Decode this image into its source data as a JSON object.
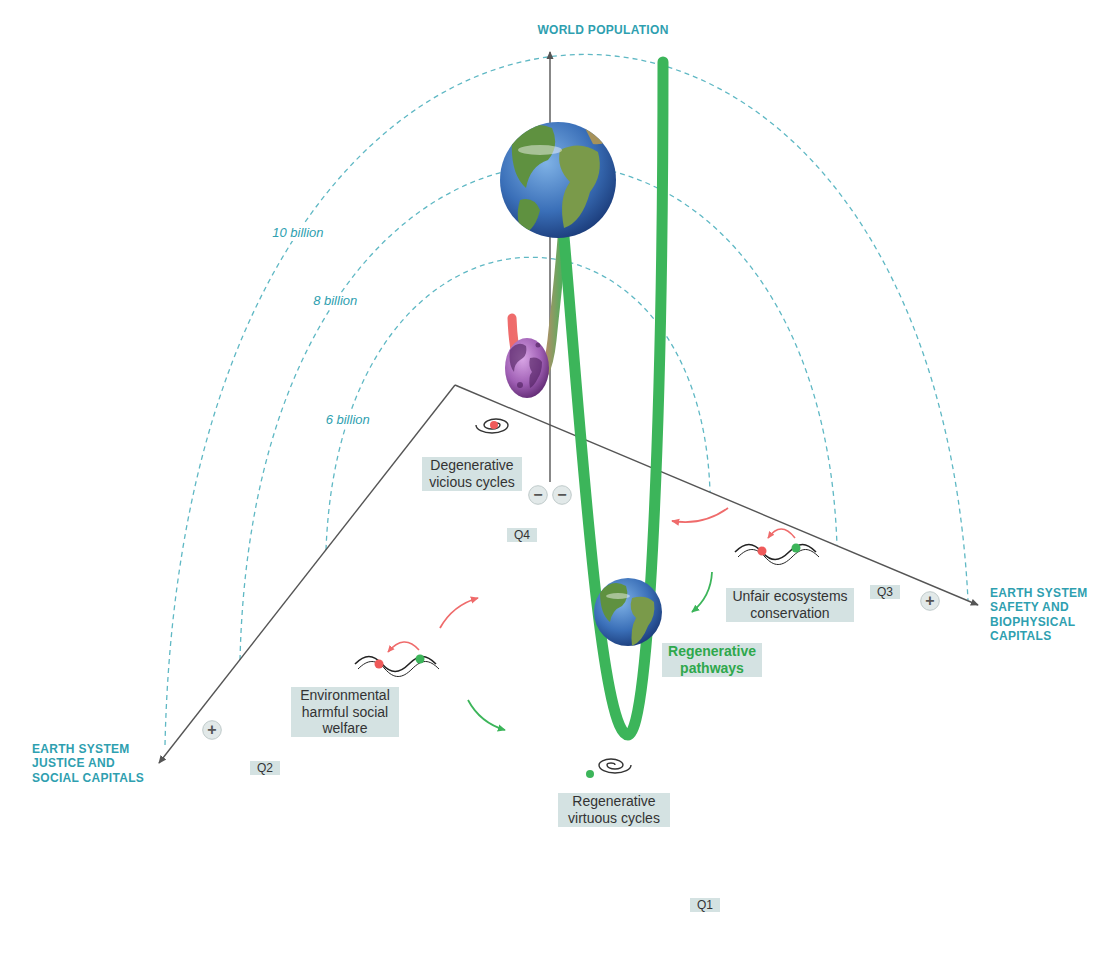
{
  "diagram": {
    "nodes": [
      {
        "text": [
          "Degenerative vicious cycles",
          "Q4"
        ]
      },
      {
        "text": [
          "Unfair ecosystems conservation",
          "Q3"
        ]
      },
      {
        "text": [
          "Environmental harmful social welfare",
          "Q2"
        ]
      },
      {
        "text": [
          "Regenerative virtuous cycles",
          "Q1"
        ]
      },
      {
        "text": [
          "−"
        ]
      },
      {
        "text": [
          "−"
        ]
      },
      {
        "text": [
          "+"
        ]
      },
      {
        "text": [
          "+"
        ]
      }
    ],
    "edges": [
      {
        "from": 2,
        "to": 0,
        "arrow": "to"
      },
      {
        "from": 2,
        "to": 3,
        "arrow": "to"
      },
      {
        "from": 1,
        "to": 0,
        "arrow": "to"
      },
      {
        "from": 1,
        "to": 3,
        "arrow": "to"
      }
    ],
    "labels": [
      "WORLD POPULATION",
      "10 billion",
      "8 billion",
      "6 billion",
      "Regenerative pathways",
      "EARTH SYSTEM JUSTICE AND SOCIAL CAPITALS",
      "EARTH SYSTEM SAFETY AND BIOPHYSICAL CAPITALS"
    ]
  }
}
